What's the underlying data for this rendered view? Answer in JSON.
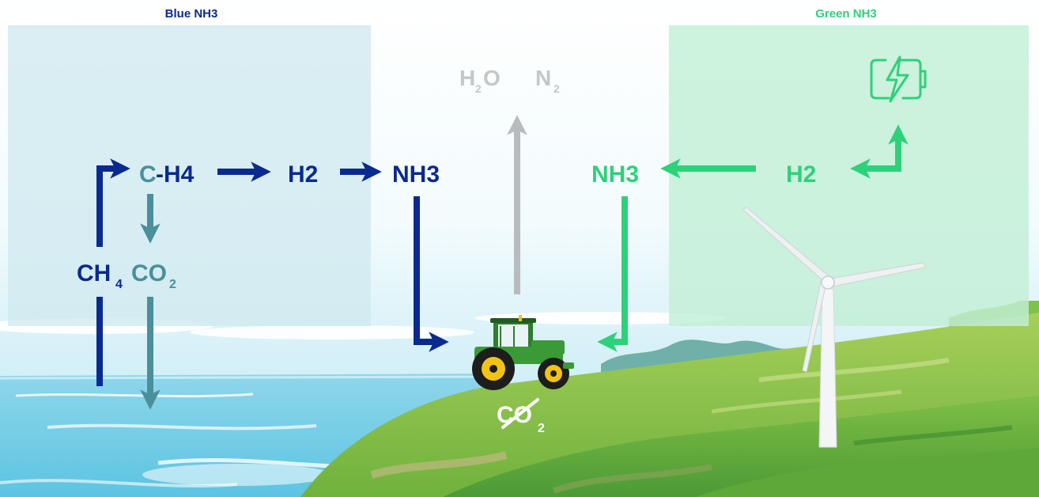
{
  "titles": {
    "blue": "Blue NH3",
    "green": "Green NH3"
  },
  "blue_path": {
    "ch4_main": "CH",
    "ch4_sub": "4",
    "co2_main": "CO",
    "co2_sub": "2",
    "c_label": "C",
    "h4_label": "-H4",
    "h2": "H2",
    "nh3": "NH3"
  },
  "green_path": {
    "h2": "H2",
    "nh3": "NH3"
  },
  "emissions": {
    "h2o_h": "H",
    "h2o_sub": "2",
    "h2o_o": "O",
    "n2_n": "N",
    "n2_sub": "2"
  },
  "no_co2": {
    "symbol": "CO",
    "sub": "2"
  },
  "icons": [
    "battery-charging-icon",
    "tractor-icon",
    "wind-turbine-icon"
  ],
  "colors": {
    "blue": "#0b2a8f",
    "blue_teal": "#4a8f9a",
    "green": "#2ed17a",
    "gray": "#b9bcbe",
    "blue_panel": "#cfe9f0",
    "green_panel": "#c2efd6"
  }
}
